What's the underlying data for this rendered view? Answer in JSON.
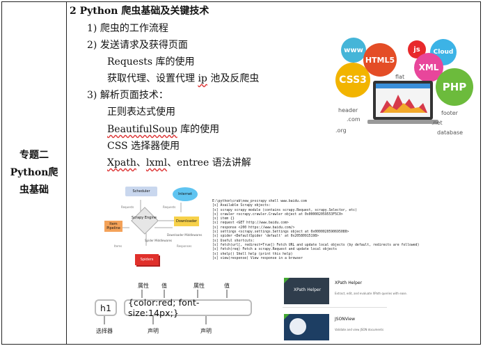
{
  "left_cell": {
    "line1": "专题二",
    "line2": "Python爬",
    "line3": "虫基础"
  },
  "heading": "2 Python 爬虫基础及关键技术",
  "items": [
    {
      "text": "1)  爬虫的工作流程"
    },
    {
      "text": "2)  发送请求及获得页面"
    },
    {
      "text": "Requests 库的使用"
    },
    {
      "text_pre": "获取代理、设置代理 ",
      "text_squig": "ip",
      "text_post": " 池及反爬虫"
    },
    {
      "text": "3)  解析页面技术："
    },
    {
      "text": "正则表达式使用"
    },
    {
      "text_squig": "BeautifulSoup",
      "text_post": " 库的使用"
    },
    {
      "text": "CSS 选择器使用"
    },
    {
      "text_squig": "Xpath",
      "text_mid": "、",
      "text_squig2": "lxml",
      "text_post": "、entree 语法讲解"
    }
  ],
  "tech_illustration": {
    "bubbles": [
      "www",
      "HTML5",
      "js",
      "Cloud",
      "XML",
      "CSS3",
      "PHP"
    ],
    "labels": [
      "flat",
      "header",
      ".com",
      ".org",
      "footer",
      ".net",
      "database"
    ],
    "colors": {
      "html5": "#e44d26",
      "css3": "#f2b400",
      "php": "#6cbb3c",
      "xml": "#e8469b",
      "js": "#e8292b",
      "cloud": "#3cb3e6",
      "www": "#45b5d8"
    }
  },
  "scrapy_diagram": {
    "nodes": [
      "Scheduler",
      "Scrapy Engine",
      "Internet",
      "Downloader",
      "Item Pipeline",
      "Spiders"
    ],
    "small": [
      "Spider Middlewares",
      "Downloader Middlewares"
    ],
    "edges": [
      "Requests",
      "Items",
      "Responses",
      "Requests"
    ]
  },
  "terminal": {
    "lines": [
      "E:\\python\\crab\\new_p>scrapy shell www.baidu.com",
      "[s] Available Scrapy objects:",
      "[s]   scrapy     scrapy module (contains scrapy.Request, scrapy.Selector, etc)",
      "[s]   crawler    <scrapy.crawler.Crawler object at 0x000002059553F5C0>",
      "[s]   item       {}",
      "[s]   request    <GET http://www.baidu.com>",
      "[s]   response   <200 https://www.baidu.com/>",
      "[s]   settings   <scrapy.settings.Settings object at 0x0000020590695080>",
      "[s]   spider     <DefaultSpider 'default' at 0x20580915198>",
      "[s] Useful shortcuts:",
      "[s]   fetch(url[, redirect=True]) Fetch URL and update local objects (by default, redirects are followed)",
      "[s]   fetch(req)                  Fetch a scrapy.Request and update local objects",
      "[s]   shelp()           Shell help (print this help)",
      "[s]   view(response)    View response in a browser"
    ]
  },
  "css_syntax": {
    "selector": "h1",
    "declaration": "{color:red; font-size:14px;}",
    "top_labels": [
      "属性",
      "值",
      "属性",
      "值"
    ],
    "bottom_labels": [
      "选择器",
      "声明",
      "声明"
    ]
  },
  "extensions": [
    {
      "title": "XPath Helper",
      "desc": "Extract, edit, and evaluate XPath queries with ease."
    },
    {
      "title": "JSONView",
      "desc": "Validate and view JSON documents"
    }
  ]
}
